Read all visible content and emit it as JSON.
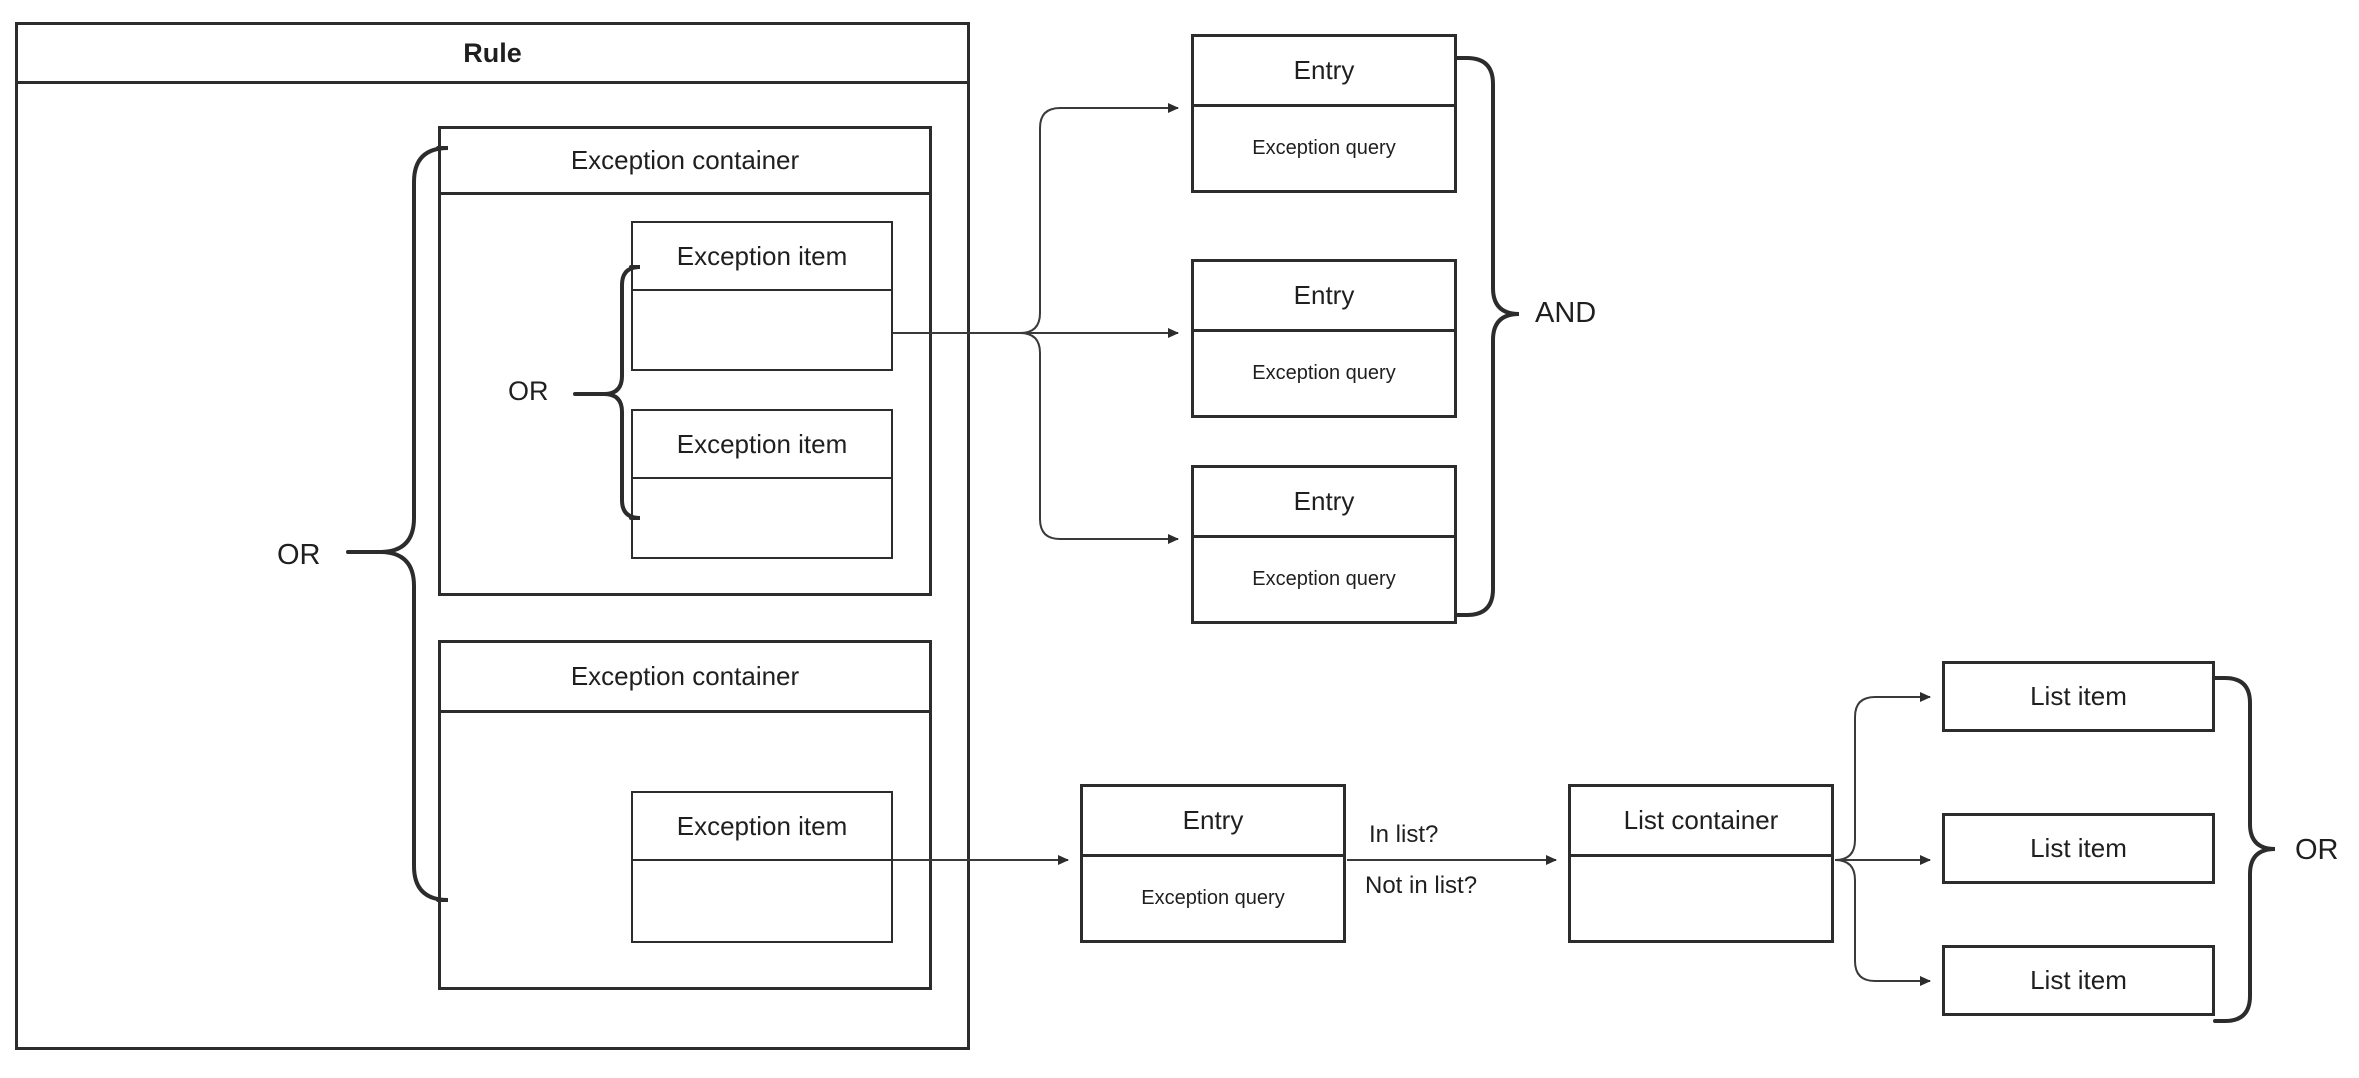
{
  "diagram": {
    "title": "Rule",
    "rule": {
      "label": "Rule"
    },
    "exception_containers": [
      {
        "label": "Exception container",
        "operator": "OR",
        "items": [
          {
            "label": "Exception item"
          },
          {
            "label": "Exception item"
          }
        ]
      },
      {
        "label": "Exception container",
        "items": [
          {
            "label": "Exception item"
          }
        ]
      }
    ],
    "outer_operator": "OR",
    "entries": [
      {
        "title": "Entry",
        "body": "Exception query"
      },
      {
        "title": "Entry",
        "body": "Exception query"
      },
      {
        "title": "Entry",
        "body": "Exception query"
      }
    ],
    "entries_operator": "AND",
    "list_entry": {
      "title": "Entry",
      "body": "Exception query"
    },
    "edge_labels": {
      "in_list": "In list?",
      "not_in_list": "Not in list?"
    },
    "list_container": {
      "title": "List container",
      "body": ""
    },
    "list_items": [
      {
        "label": "List item"
      },
      {
        "label": "List item"
      },
      {
        "label": "List item"
      }
    ],
    "list_operator": "OR"
  },
  "colors": {
    "stroke": "#2c2c2c",
    "text": "#1f1f1f",
    "thin_stroke": "#3a3a3a",
    "background": "#ffffff"
  }
}
